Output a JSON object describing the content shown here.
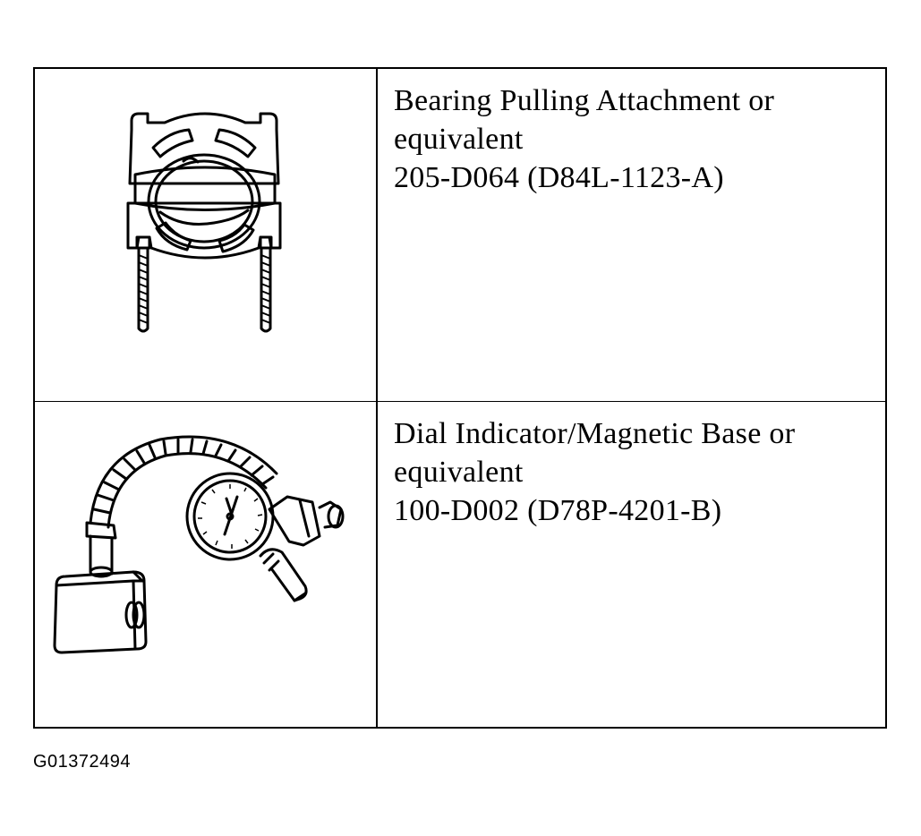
{
  "tools": [
    {
      "name_line1": "Bearing Pulling Attachment or",
      "name_line2": "equivalent",
      "part_number": "205-D064 (D84L-1123-A)",
      "icon": "bearing-puller-icon"
    },
    {
      "name_line1": "Dial Indicator/Magnetic Base or",
      "name_line2": "equivalent",
      "part_number": "100-D002 (D78P-4201-B)",
      "icon": "dial-indicator-icon"
    }
  ],
  "figure_id": "G01372494"
}
